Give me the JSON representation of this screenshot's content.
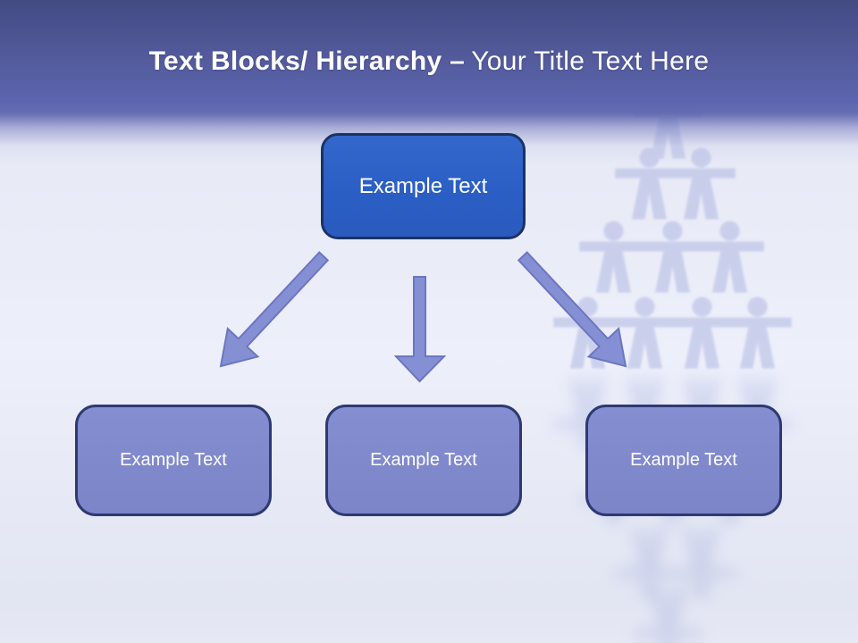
{
  "slide": {
    "title_bold": "Text Blocks/ Hierarchy –",
    "title_regular": "Your Title Text Here"
  },
  "diagram": {
    "root": {
      "label": "Example Text"
    },
    "children": [
      {
        "label": "Example Text"
      },
      {
        "label": "Example Text"
      },
      {
        "label": "Example Text"
      }
    ],
    "arrows": [
      "down-left",
      "down",
      "down-right"
    ]
  },
  "colors": {
    "header_top": "#424b82",
    "header_bottom": "#5c64ad",
    "root_box_fill": "#2c61c5",
    "root_box_border": "#1b3263",
    "child_box_fill": "#8289ce",
    "child_box_border": "#2d3a72",
    "arrow_fill": "#8590d4",
    "arrow_border": "#6b76c2",
    "background": "#eaecf8",
    "title_text": "#ffffff",
    "watermark_tint": "#aab3e0"
  },
  "watermark": {
    "name": "paper-people-pyramid"
  }
}
